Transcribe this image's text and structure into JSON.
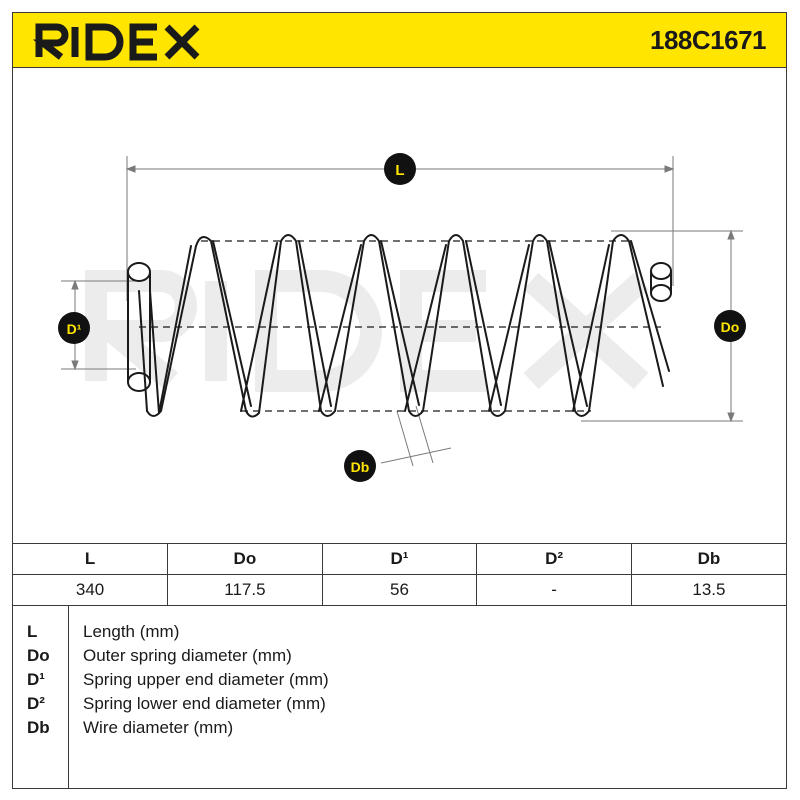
{
  "brand": {
    "name": "RIDEX",
    "accent_color": "#ffe500"
  },
  "header": {
    "part_number": "188C1671"
  },
  "diagram": {
    "labels": {
      "length": "L",
      "outer_diameter": "Do",
      "upper_end_diameter": "D¹",
      "wire_diameter": "Db"
    },
    "watermark": "RIDEX"
  },
  "specs": {
    "columns": [
      "L",
      "Do",
      "D¹",
      "D²",
      "Db"
    ],
    "values": [
      "340",
      "117.5",
      "56",
      "-",
      "13.5"
    ]
  },
  "legend": [
    {
      "key": "L",
      "text": "Length (mm)"
    },
    {
      "key": "Do",
      "text": "Outer spring diameter (mm)"
    },
    {
      "key": "D¹",
      "text": "Spring upper end diameter (mm)"
    },
    {
      "key": "D²",
      "text": "Spring lower end diameter (mm)"
    },
    {
      "key": "Db",
      "text": "Wire diameter (mm)"
    }
  ]
}
